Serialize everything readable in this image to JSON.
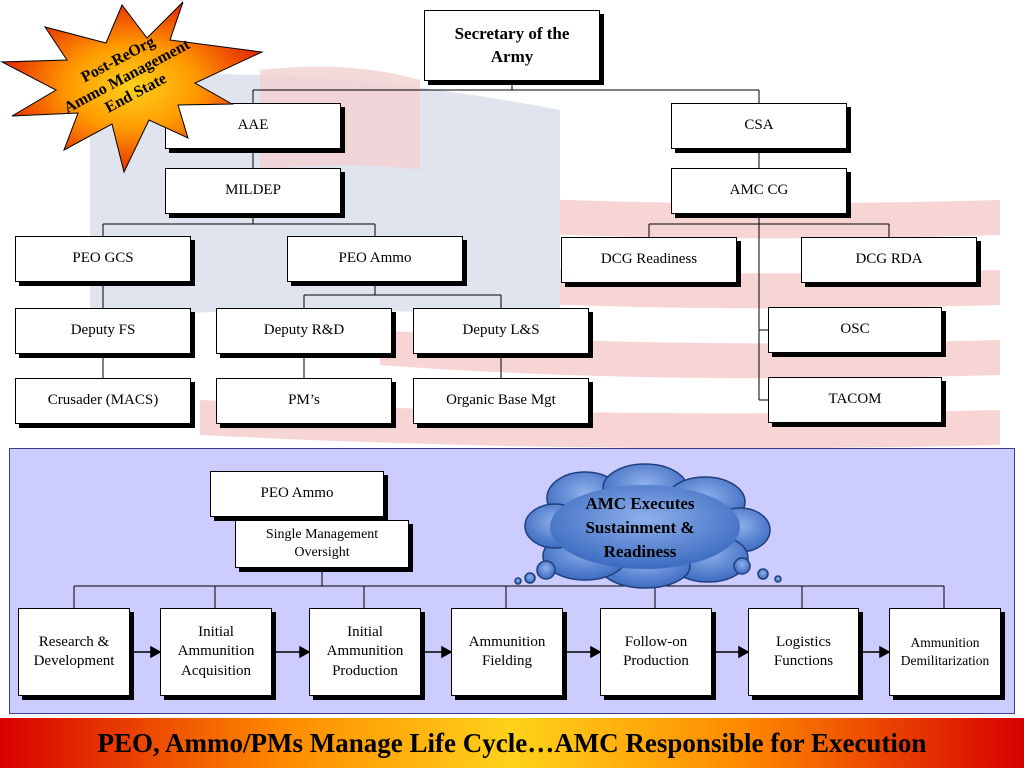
{
  "starburst": {
    "lines": [
      "Post-ReOrg",
      "Ammo Management",
      "End State"
    ],
    "color_outer": "#e31b00",
    "color_inner": "#ffd21a"
  },
  "org_chart": {
    "secretary": "Secretary of the\nArmy",
    "aae": "AAE",
    "csa": "CSA",
    "mildep": "MILDEP",
    "amc_cg": "AMC CG",
    "peo_gcs": "PEO GCS",
    "peo_ammo": "PEO Ammo",
    "dcg_readiness": "DCG Readiness",
    "dcg_rda": "DCG RDA",
    "deputy_fs": "Deputy FS",
    "deputy_rd": "Deputy R&D",
    "deputy_ls": "Deputy L&S",
    "osc": "OSC",
    "crusader": "Crusader (MACS)",
    "pms": "PM’s",
    "organic_base": "Organic Base  Mgt",
    "tacom": "TACOM"
  },
  "lifecycle": {
    "peo_ammo": "PEO Ammo",
    "oversight": "Single Management\nOversight",
    "cloud_lines": [
      "AMC Executes",
      "Sustainment &",
      "Readiness"
    ],
    "panel_color": "#ccccff",
    "cloud_color": "#4a78c8",
    "phases": [
      "Research &\nDevelopment",
      "Initial\nAmmunition\nAcquisition",
      "Initial\nAmmunition\nProduction",
      "Ammunition\nFielding",
      "Follow-on\nProduction",
      "Logistics\nFunctions",
      "Ammunition\nDemilitarization"
    ]
  },
  "banner": {
    "text": "PEO, Ammo/PMs Manage Life Cycle…AMC Responsible for Execution"
  }
}
